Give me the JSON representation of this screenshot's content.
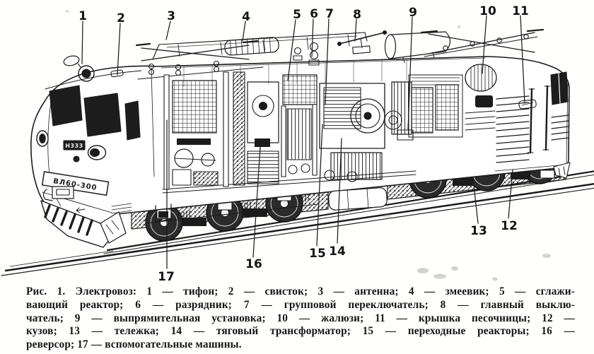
{
  "figure": {
    "label": "Рис. 1.",
    "title": "Электровоз",
    "caption_lines": [
      "Рис. 1. Электровоз: 1 — тифон; 2 — свисток; 3 — антенна; 4 — змеевик; 5 — сглажи-",
      "вающий реактор; 6 — разрядник; 7 — групповой переключатель; 8 — главный выклю-",
      "чатель; 9 — выпрямительная установка; 10 — жалюзи; 11 — крышка песочницы; 12 —",
      "кузов; 13 — тележка; 14 — тяговый трансформатор; 15 — переходные реакторы; 16 —",
      "реверсор; 17 — вспомогательные машины."
    ]
  },
  "callouts": [
    {
      "number": "1",
      "label": "тифон"
    },
    {
      "number": "2",
      "label": "свисток"
    },
    {
      "number": "3",
      "label": "антенна"
    },
    {
      "number": "4",
      "label": "змеевик"
    },
    {
      "number": "5",
      "label": "сглаживающий реактор"
    },
    {
      "number": "6",
      "label": "разрядник"
    },
    {
      "number": "7",
      "label": "групповой переключатель"
    },
    {
      "number": "8",
      "label": "главный выключатель"
    },
    {
      "number": "9",
      "label": "выпрямительная установка"
    },
    {
      "number": "10",
      "label": "жалюзи"
    },
    {
      "number": "11",
      "label": "крышка песочницы"
    },
    {
      "number": "12",
      "label": "кузов"
    },
    {
      "number": "13",
      "label": "тележка"
    },
    {
      "number": "14",
      "label": "тяговый трансформатор"
    },
    {
      "number": "15",
      "label": "переходные реакторы"
    },
    {
      "number": "16",
      "label": "реверсор"
    },
    {
      "number": "17",
      "label": "вспомогательные машины"
    }
  ],
  "locomotive": {
    "front_band_text": "ВЛ60-300",
    "cab_plate_text": "Н333"
  },
  "colors": {
    "ink": "#1b1b1b",
    "paper": "#ffffff"
  }
}
